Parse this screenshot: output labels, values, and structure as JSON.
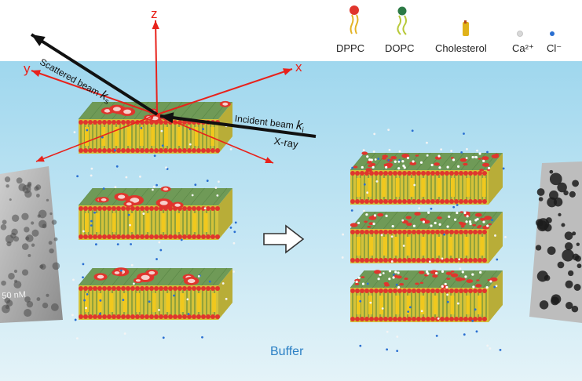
{
  "legend": {
    "items": [
      {
        "label": "DPPC",
        "icon": "dppc-lipid-icon",
        "color": "#e0352d"
      },
      {
        "label": "DOPC",
        "icon": "dopc-lipid-icon",
        "color": "#2c7a45"
      },
      {
        "label": "Cholesterol",
        "icon": "cholesterol-icon",
        "color": "#d9a514"
      },
      {
        "label": "Ca²⁺",
        "icon": "calcium-ion-icon",
        "color": "#d8d8d8"
      },
      {
        "label": "Cl⁻",
        "icon": "chloride-ion-icon",
        "color": "#2a6fd1"
      }
    ]
  },
  "axes": {
    "z": "z",
    "x": "x",
    "y": "y",
    "color": "#e8221b"
  },
  "beams": {
    "scattered": "Scattered beam",
    "scattered_symbol": "k",
    "scattered_sub": "s",
    "incident": "Incident beam",
    "incident_symbol": "k",
    "incident_sub": "i",
    "xray": "X-ray"
  },
  "micrograph_left_label": "50 nM",
  "buffer_label": "Buffer",
  "colors": {
    "water_top": "#9fd7ee",
    "water_bottom": "#e4f3f8",
    "leaflet": "#6f9a57",
    "headgroup": "#e0352d",
    "tail": "#d4c23a",
    "arrow": "#ffffff",
    "buffer_text": "#2a7fc4"
  }
}
